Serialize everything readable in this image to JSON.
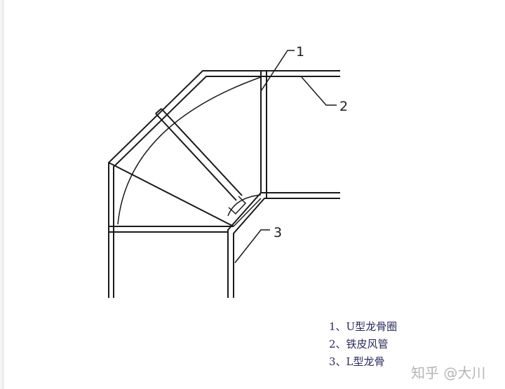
{
  "callouts": [
    "1",
    "2",
    "3"
  ],
  "legend": [
    "1、U型龙骨圈",
    "2、铁皮风管",
    "3、L型龙骨"
  ],
  "watermark": "知乎 @大川",
  "colors": {
    "line": "#1a1a1a",
    "legend_text": "#2b2b5c",
    "watermark": "#b5b5b5"
  }
}
